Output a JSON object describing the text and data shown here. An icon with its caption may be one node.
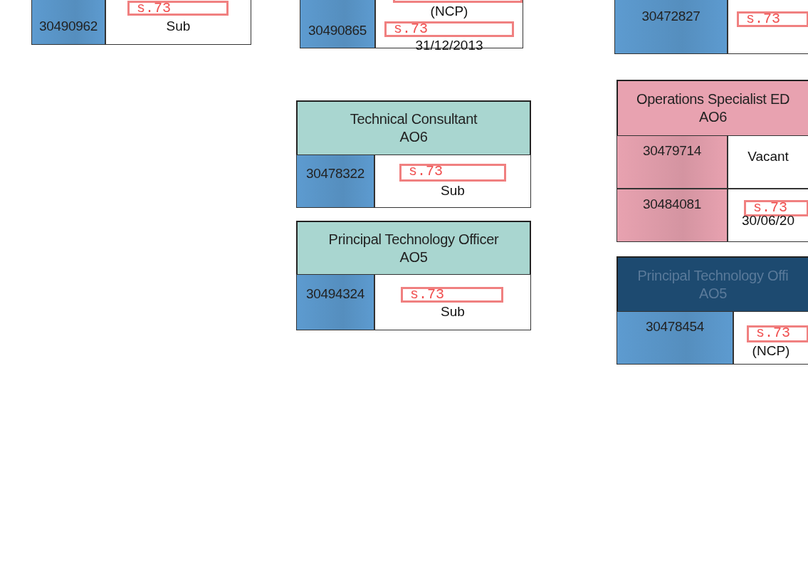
{
  "diagram": {
    "nodes": [
      {
        "text": [
          "30490962"
        ]
      },
      {
        "text": [
          "s.73",
          "Sub"
        ]
      },
      {
        "text": [
          "30490865"
        ]
      },
      {
        "text": [
          "(NCP)",
          "s.73",
          "31/12/2013"
        ]
      },
      {
        "text": [
          "30472827"
        ]
      },
      {
        "text": [
          "s.73"
        ]
      },
      {
        "text": [
          "Technical Consultant",
          "AO6"
        ]
      },
      {
        "text": [
          "30478322"
        ],
        "in": 6
      },
      {
        "text": [
          "s.73",
          "Sub"
        ],
        "in": 6
      },
      {
        "text": [
          "Principal Technology Officer",
          "AO5"
        ]
      },
      {
        "text": [
          "30494324"
        ],
        "in": 9
      },
      {
        "text": [
          "s.73",
          "Sub"
        ],
        "in": 9
      },
      {
        "text": [
          "Operations Specialist ED",
          "AO6"
        ]
      },
      {
        "text": [
          "30479714"
        ],
        "in": 12
      },
      {
        "text": [
          "Vacant"
        ],
        "in": 12
      },
      {
        "text": [
          "30484081"
        ],
        "in": 12
      },
      {
        "text": [
          "s.73",
          "30/06/20"
        ],
        "in": 12
      },
      {
        "text": [
          "Principal Technology Offi",
          "AO5"
        ]
      },
      {
        "text": [
          "30478454"
        ],
        "in": 17
      },
      {
        "text": [
          "s.73",
          "(NCP)"
        ],
        "in": 17
      }
    ]
  }
}
